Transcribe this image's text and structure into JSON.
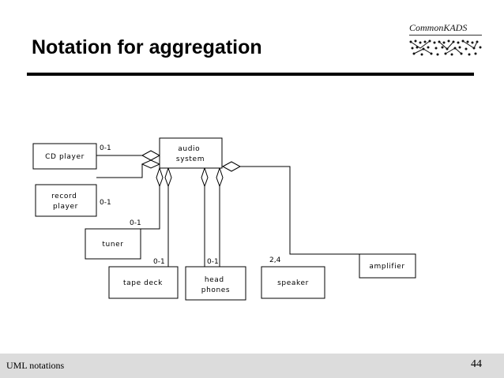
{
  "slide": {
    "title": "Notation for aggregation",
    "logo_text": "CommonKADS",
    "footer_left": "UML notations",
    "page_number": "44"
  },
  "diagram": {
    "nodes": {
      "audio_system": [
        "audio",
        "system"
      ],
      "cd_player": [
        "CD player"
      ],
      "record_player": [
        "record",
        "player"
      ],
      "tuner": [
        "tuner"
      ],
      "tape_deck": [
        "tape deck"
      ],
      "head_phones": [
        "head",
        "phones"
      ],
      "speaker": [
        "speaker"
      ],
      "amplifier": [
        "amplifier"
      ]
    },
    "multiplicities": {
      "cd_player": "0-1",
      "record_player": "0-1",
      "tuner": "0-1",
      "tape_deck": "0-1",
      "head_phones": "0-1",
      "speaker": "2,4"
    }
  }
}
